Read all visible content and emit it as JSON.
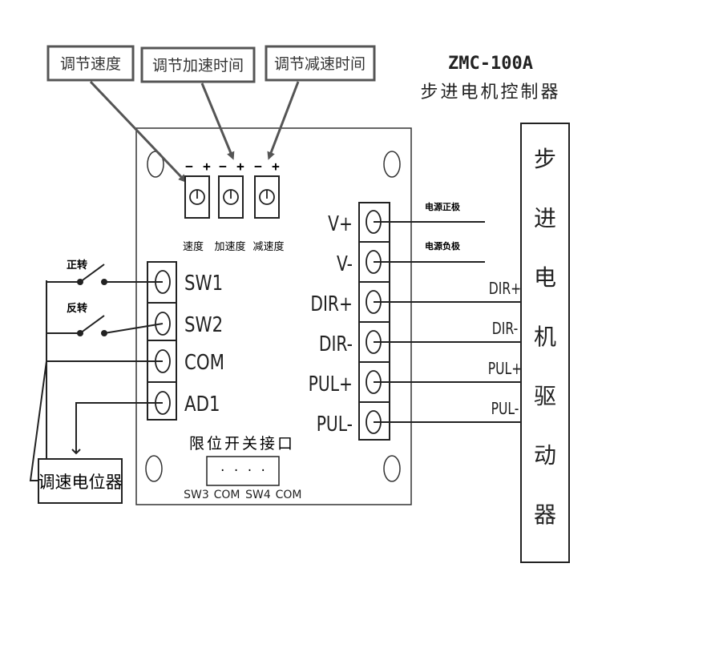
{
  "title": {
    "model": "ZMC-100A",
    "subtitle": "步进电机控制器"
  },
  "callouts": {
    "speed": "调节速度",
    "accel": "调节加速时间",
    "decel": "调节减速时间"
  },
  "knobs": {
    "speed": "速度",
    "accel": "加速度",
    "decel": "减速度",
    "minus": "−",
    "plus": "+"
  },
  "left_terminals": [
    "SW1",
    "SW2",
    "COM",
    "AD1"
  ],
  "right_terminals": [
    "V+",
    "V-",
    "DIR+",
    "DIR-",
    "PUL+",
    "PUL-"
  ],
  "switches": {
    "forward": "正转",
    "reverse": "反转"
  },
  "power_wires": {
    "positive": "电源正极",
    "negative": "电源负极"
  },
  "driver_wires": [
    "DIR+",
    "DIR-",
    "PUL+",
    "PUL-"
  ],
  "limit_switch": {
    "title": "限位开关接口",
    "dots": "· · · ·",
    "labels": [
      "SW3",
      "COM",
      "SW4",
      "COM"
    ]
  },
  "potentiometer": "调速电位器",
  "driver_box": [
    "步",
    "进",
    "电",
    "机",
    "驱",
    "动",
    "器"
  ]
}
